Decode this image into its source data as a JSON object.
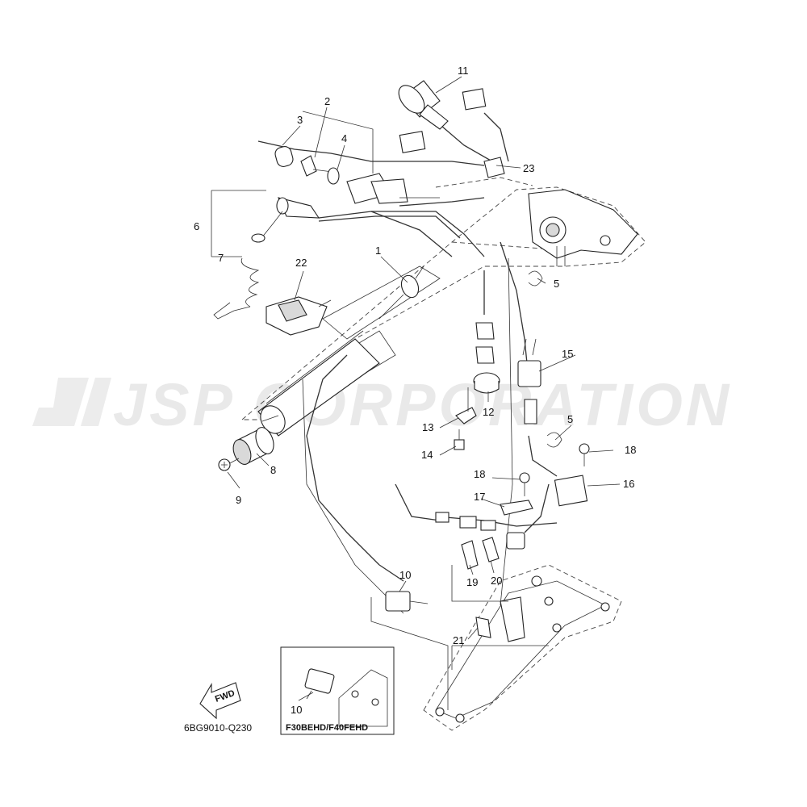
{
  "watermark": "JSP CORPORATION",
  "diagram_code": "6BG9010-Q230",
  "fwd_label": "FWD",
  "inset_label": "F30BEHD/F40FEHD",
  "callouts": {
    "c1": "1",
    "c2": "2",
    "c3": "3",
    "c4": "4",
    "c5a": "5",
    "c5b": "5",
    "c6": "6",
    "c7": "7",
    "c8": "8",
    "c9": "9",
    "c10a": "10",
    "c10b": "10",
    "c11": "11",
    "c12": "12",
    "c13": "13",
    "c14": "14",
    "c15": "15",
    "c16": "16",
    "c17": "17",
    "c18a": "18",
    "c18b": "18",
    "c19": "19",
    "c20": "20",
    "c21": "21",
    "c22": "22",
    "c23": "23"
  }
}
